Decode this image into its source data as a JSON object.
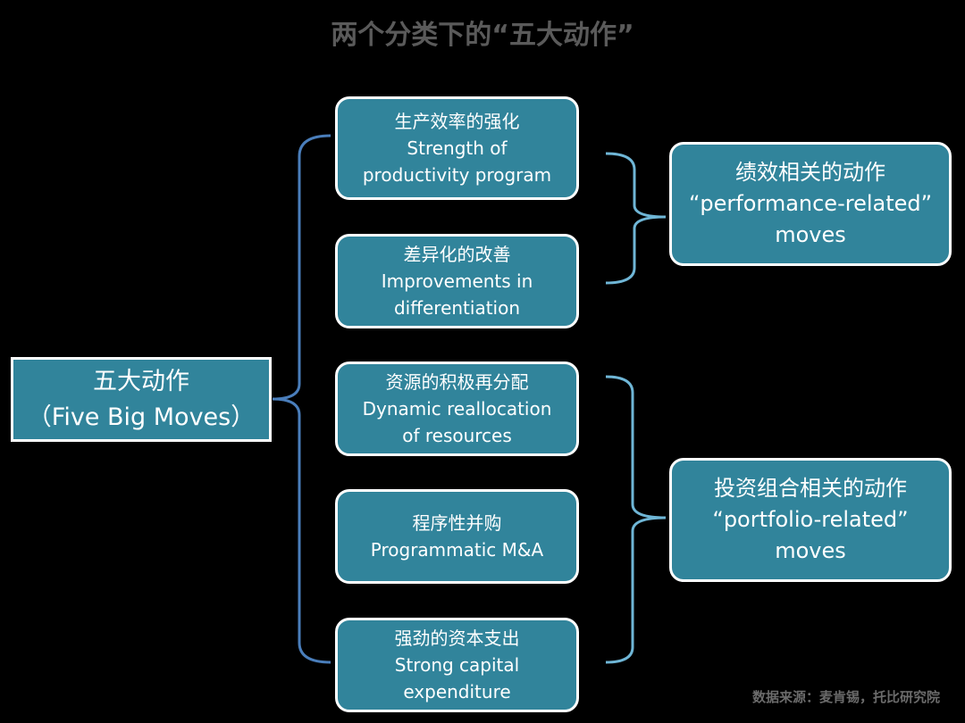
{
  "title": "两个分类下的“五大动作”",
  "root": {
    "zh": "五大动作",
    "en": "（Five Big Moves）"
  },
  "moves": [
    {
      "zh": "生产效率的强化",
      "en1": "Strength of",
      "en2": "productivity program"
    },
    {
      "zh": "差异化的改善",
      "en1": "Improvements in",
      "en2": "differentiation"
    },
    {
      "zh": "资源的积极再分配",
      "en1": "Dynamic reallocation",
      "en2": "of resources"
    },
    {
      "zh": "程序性并购",
      "en1": "Programmatic M&A",
      "en2": ""
    },
    {
      "zh": "强劲的资本支出",
      "en1": "Strong capital",
      "en2": "expenditure"
    }
  ],
  "categories": [
    {
      "zh": "绩效相关的动作",
      "en1": "“performance-related”",
      "en2": "moves"
    },
    {
      "zh": "投资组合相关的动作",
      "en1": "“portfolio-related”",
      "en2": "moves"
    }
  ],
  "footer": "数据来源：麦肯锡，托比研究院",
  "colors": {
    "box": "#31849b",
    "left_brace": "#4a7ebb",
    "right_brace": "#6fb6d6"
  }
}
